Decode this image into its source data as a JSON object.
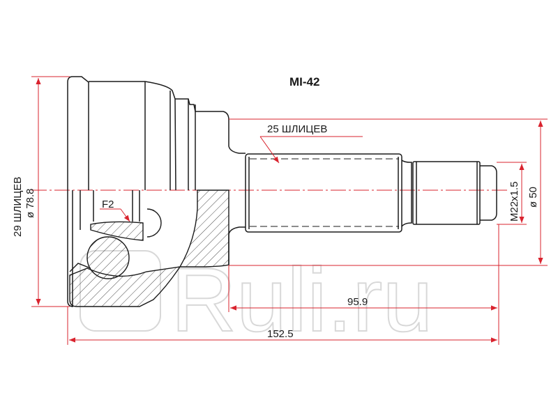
{
  "diagram": {
    "part_code": "MI-42",
    "type": "CV joint (outer) technical drawing",
    "labels": {
      "outer_splines": "25 ШЛИЦЕВ",
      "inner_splines": "29 ШЛИЦЕВ",
      "inner_diameter": "ø 78.8",
      "thread": "M22x1.5",
      "outer_diameter": "ø 50",
      "shaft_length": "95.9",
      "total_length": "152.5",
      "feature": "F2"
    },
    "watermark": "Ruli.ru",
    "colors": {
      "outline": "#1a1a1a",
      "dimension": "#d9232e",
      "watermark": "#d8d8d8",
      "background": "#ffffff"
    }
  }
}
